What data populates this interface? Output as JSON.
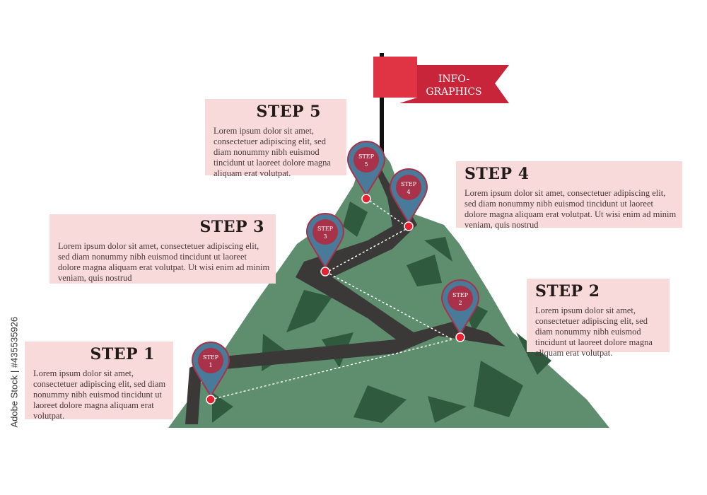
{
  "flag": {
    "label_line1": "INFO-",
    "label_line2": "GRAPHICS"
  },
  "steps": [
    {
      "title": "STEP 1",
      "pin_line1": "STEP",
      "pin_line2": "1",
      "text": "Lorem ipsum dolor sit amet, consectetuer adipiscing elit, sed diam nonummy nibh euismod tincidunt ut laoreet dolore magna aliquam erat volutpat."
    },
    {
      "title": "STEP 2",
      "pin_line1": "STEP",
      "pin_line2": "2",
      "text": "Lorem ipsum dolor sit amet, consectetuer adipiscing elit, sed diam nonummy nibh euismod tincidunt ut laoreet dolore magna aliquam erat volutpat."
    },
    {
      "title": "STEP 3",
      "pin_line1": "STEP",
      "pin_line2": "3",
      "text": "Lorem ipsum dolor sit amet, consectetuer adipiscing elit, sed diam nonummy nibh euismod tincidunt ut laoreet dolore magna aliquam erat volutpat. Ut wisi enim ad minim veniam, quis nostrud"
    },
    {
      "title": "STEP 4",
      "pin_line1": "STEP",
      "pin_line2": "4",
      "text": "Lorem ipsum dolor sit amet, consectetuer adipiscing elit, sed diam nonummy nibh euismod tincidunt ut laoreet dolore magna aliquam erat volutpat. Ut wisi enim ad minim veniam, quis nostrud"
    },
    {
      "title": "STEP 5",
      "pin_line1": "STEP",
      "pin_line2": "5",
      "text": "Lorem ipsum dolor sit amet, consectetuer adipiscing elit, sed diam nonummy nibh euismod tincidunt ut laoreet dolore magna aliquam erat volutpat."
    }
  ],
  "credit": "Adobe Stock | #435535926",
  "colors": {
    "mountain": "#5e8e6d",
    "mountain_shadow": "#2f5a3d",
    "road": "#3b3838",
    "pin": "#4a7a99",
    "pin_inner": "#a8324a",
    "flag": "#e03445",
    "box": "#f9dada"
  }
}
